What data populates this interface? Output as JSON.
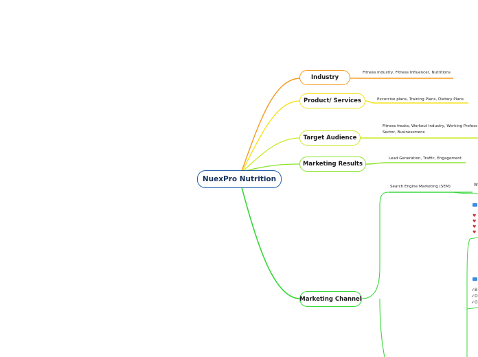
{
  "root": {
    "label": "NuexPro Nutrition"
  },
  "branches": {
    "industry": {
      "label": "Industry",
      "color": "#f59a1d",
      "note": "Fitness Industry, Fitness Influencer, Nutritions"
    },
    "product": {
      "label": "Product/ Services",
      "color": "#f5e21b",
      "note": "Excercise plans, Training Plans, Dietary Plans"
    },
    "audience": {
      "label": "Target Audience",
      "color": "#c6ea23",
      "note_line1": "Fitness freaks, Workout Industry, Working Profess",
      "note_line2": "Sector, Businessmens"
    },
    "results": {
      "label": "Marketing Results",
      "color": "#8ae429",
      "note": "Lead Generation, Traffic, Engagement"
    },
    "channel": {
      "label": "Marketing Channel",
      "color": "#39d83a",
      "sub_label": "Search Engine Marketing (SEM)",
      "cut_text": "W",
      "check_letters": [
        "B",
        "D",
        "G"
      ]
    }
  },
  "icons": [
    "note-badge-icon",
    "heart-icon",
    "check-icon"
  ]
}
